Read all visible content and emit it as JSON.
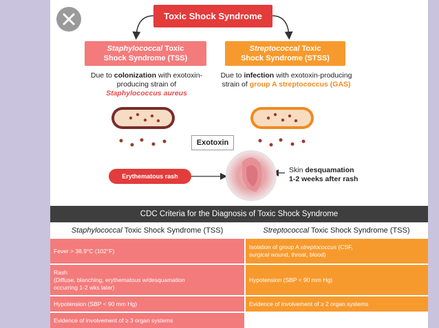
{
  "title": "Toxic Shock Syndrome",
  "tss": {
    "name_italic": "Staphylococcal",
    "name_rest": "Toxic",
    "line2": "Shock Syndrome (TSS)",
    "desc_1": "Due to",
    "desc_bold": "colonization",
    "desc_2": "with exotoxin-producing strain of",
    "organism": "Staphylococcus aureus"
  },
  "stss": {
    "name_italic": "Streptococcal",
    "name_rest": "Toxic",
    "line2": "Shock Syndrome (STSS)",
    "desc_1": "Due to",
    "desc_bold": "infection",
    "desc_2": "with exotoxin-producing strain of",
    "organism": "group A streptococcus (GAS)"
  },
  "exotoxin_label": "Exotoxin",
  "rash_label": "Erythematous rash",
  "desquamation": {
    "pre": "Skin",
    "bold": "desquamation",
    "line2": "1-2 weeks after rash"
  },
  "criteria": {
    "header": "CDC Criteria for the Diagnosis of Toxic Shock Syndrome",
    "left_head_italic": "Staphylococcal",
    "left_head_rest": "Toxic Shock Syndrome (TSS)",
    "right_head_italic": "Streptococcal",
    "right_head_rest": "Toxic Shock Syndrome (TSS)",
    "left_rows": [
      "Fever > 38.9°C (102°F)",
      "Rash",
      "(Diffuse, blanching, erythematous w/desquamation",
      "occurring 1-2 wks later)",
      "Hypotension (SBP < 90 mm Hg)",
      "Evidence of involvement of ≥ 3 organ systems"
    ],
    "right_rows": [
      "Isolation of group A",
      "streptococcus",
      "(CSF,",
      "surgical wound, throat, blood)",
      "Hypotension (SBP < 90 mm Hg)",
      "Evidence of involvement of ≥ 2 organ systems"
    ]
  },
  "colors": {
    "red": "#e43b3b",
    "salmon": "#f47b7b",
    "orange": "#f79a2e",
    "dark_header": "#3e3e3e",
    "backdrop": "#c9c3dd"
  },
  "icons": [
    "close-icon",
    "bacterium-icon",
    "arrow-icon",
    "skin-lesion-icon"
  ]
}
